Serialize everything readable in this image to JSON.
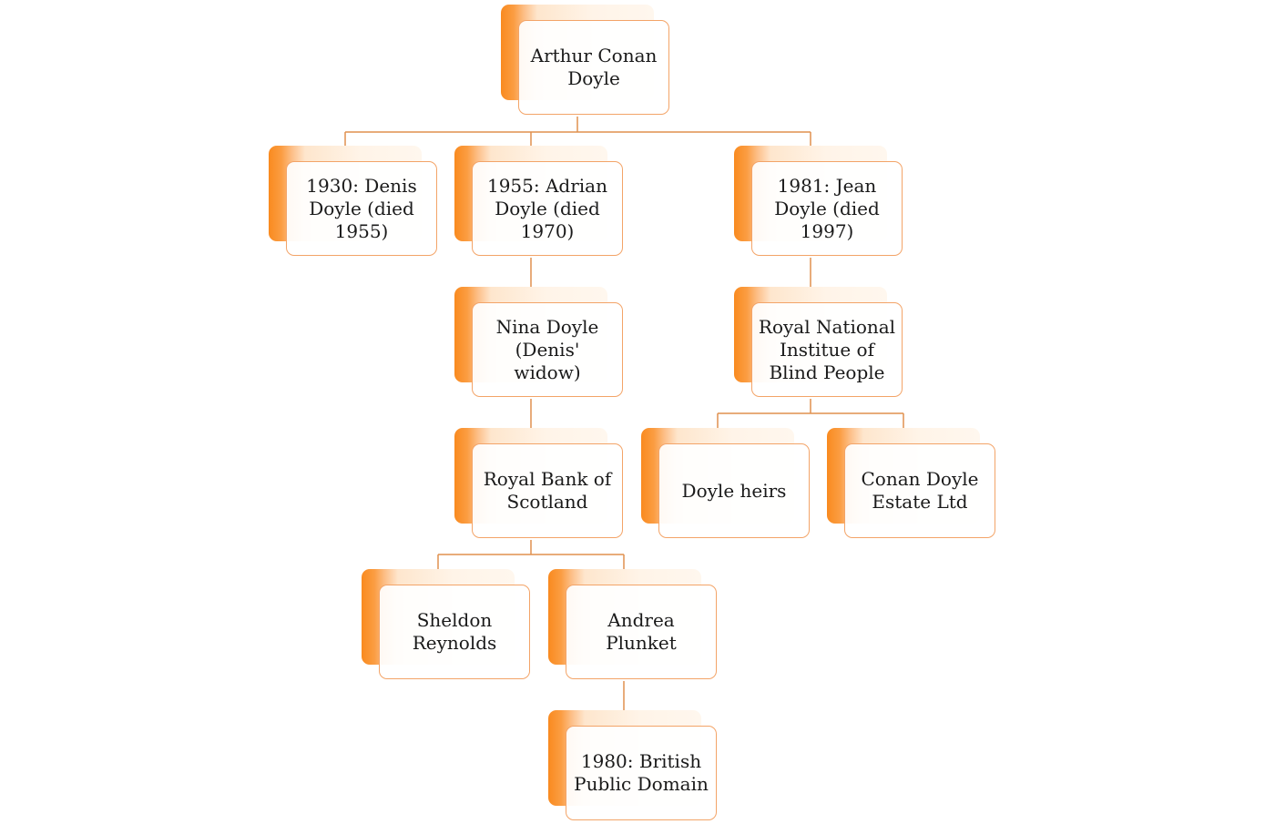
{
  "diagram": {
    "type": "hierarchy",
    "line_color": "#e0914f",
    "box_accent_color": "#f98a1f",
    "box_border_color": "#f3a468",
    "nodes": [
      {
        "id": "arthur",
        "label": "Arthur Conan\nDoyle",
        "parent": null
      },
      {
        "id": "denis",
        "label": "1930: Denis\nDoyle (died\n1955)",
        "parent": "arthur"
      },
      {
        "id": "adrian",
        "label": "1955: Adrian\nDoyle (died\n1970)",
        "parent": "arthur"
      },
      {
        "id": "jean",
        "label": "1981: Jean\nDoyle (died\n1997)",
        "parent": "arthur"
      },
      {
        "id": "nina",
        "label": "Nina Doyle\n(Denis'\nwidow)",
        "parent": "adrian"
      },
      {
        "id": "rbs",
        "label": "Royal Bank of\nScotland",
        "parent": "nina"
      },
      {
        "id": "sheldon",
        "label": "Sheldon\nReynolds",
        "parent": "rbs"
      },
      {
        "id": "andrea",
        "label": "Andrea\nPlunket",
        "parent": "rbs"
      },
      {
        "id": "public",
        "label": "1980: British\nPublic Domain",
        "parent": "andrea"
      },
      {
        "id": "rnib",
        "label": "Royal National\nInstitue of\nBlind People",
        "parent": "jean"
      },
      {
        "id": "heirs",
        "label": "Doyle heirs",
        "parent": "rnib"
      },
      {
        "id": "estate",
        "label": "Conan Doyle\nEstate Ltd",
        "parent": "rnib"
      }
    ]
  }
}
